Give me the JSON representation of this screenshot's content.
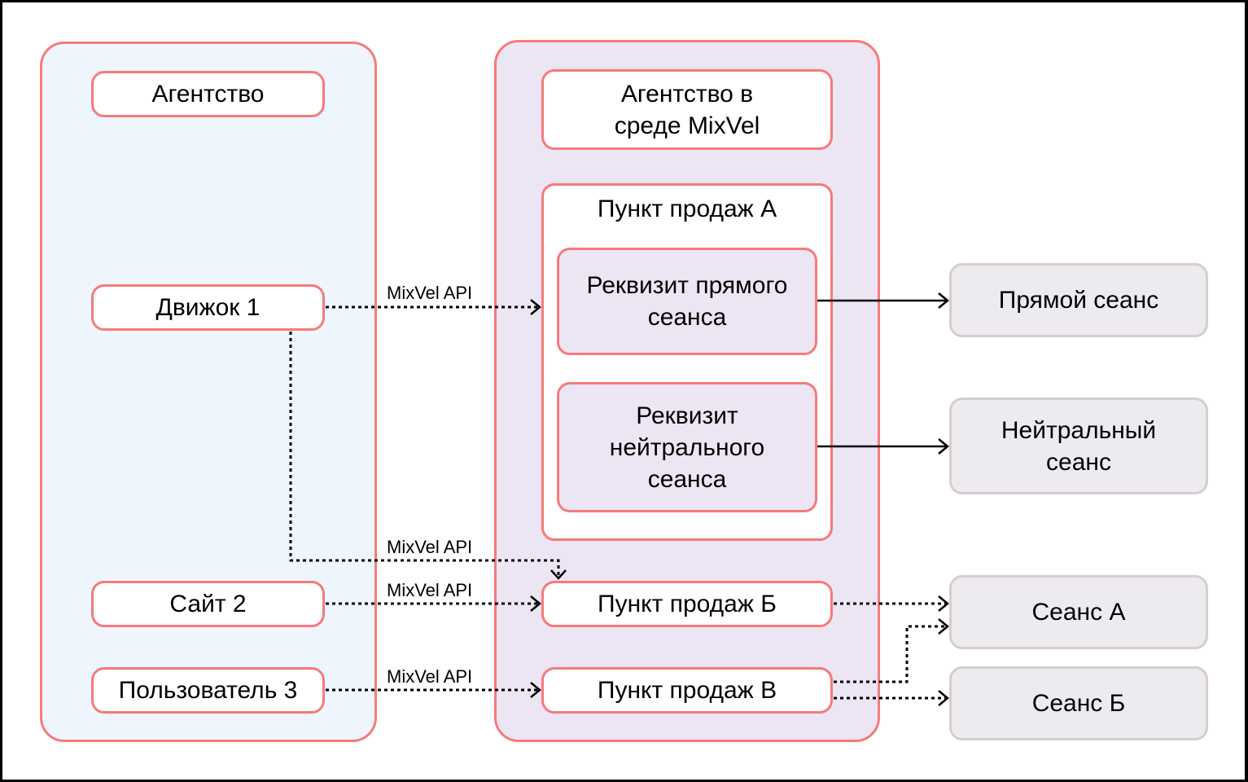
{
  "colors": {
    "accent_border": "#F77A7A",
    "left_panel_fill": "#EEF5FD",
    "mid_panel_fill": "#ECE6F4",
    "session_border": "#D7CDCD",
    "session_fill": "#EDEBF0"
  },
  "left_panel": {
    "title": "Агентство",
    "items": [
      {
        "label": "Движок 1"
      },
      {
        "label": "Сайт 2"
      },
      {
        "label": "Пользователь 3"
      }
    ]
  },
  "mid_panel": {
    "title": "Агентство в среде MixVel",
    "point_a": {
      "title": "Пункт продаж А",
      "requisites": [
        {
          "label": "Реквизит прямого сеанса"
        },
        {
          "label": "Реквизит нейтрального сеанса"
        }
      ]
    },
    "point_b": {
      "label": "Пункт продаж Б"
    },
    "point_c": {
      "label": "Пункт продаж В"
    }
  },
  "sessions": [
    {
      "label": "Прямой сеанс"
    },
    {
      "label": "Нейтральный сеанс"
    },
    {
      "label": "Сеанс А"
    },
    {
      "label": "Сеанс Б"
    }
  ],
  "edges": [
    {
      "from": "Движок 1",
      "to": "Пункт продаж А",
      "label": "MixVel API",
      "style": "dotted"
    },
    {
      "from": "Движок 1",
      "to": "Пункт продаж Б",
      "label": "MixVel API",
      "style": "dotted"
    },
    {
      "from": "Сайт 2",
      "to": "Пункт продаж Б",
      "label": "MixVel API",
      "style": "dotted"
    },
    {
      "from": "Пользователь 3",
      "to": "Пункт продаж В",
      "label": "MixVel API",
      "style": "dotted"
    },
    {
      "from": "Реквизит прямого сеанса",
      "to": "Прямой сеанс",
      "label": "",
      "style": "solid"
    },
    {
      "from": "Реквизит нейтрального сеанса",
      "to": "Нейтральный сеанс",
      "label": "",
      "style": "solid"
    },
    {
      "from": "Пункт продаж Б",
      "to": "Сеанс А",
      "label": "",
      "style": "dotted"
    },
    {
      "from": "Пункт продаж В",
      "to": "Сеанс А",
      "label": "",
      "style": "dotted"
    },
    {
      "from": "Пункт продаж В",
      "to": "Сеанс Б",
      "label": "",
      "style": "dotted"
    }
  ]
}
